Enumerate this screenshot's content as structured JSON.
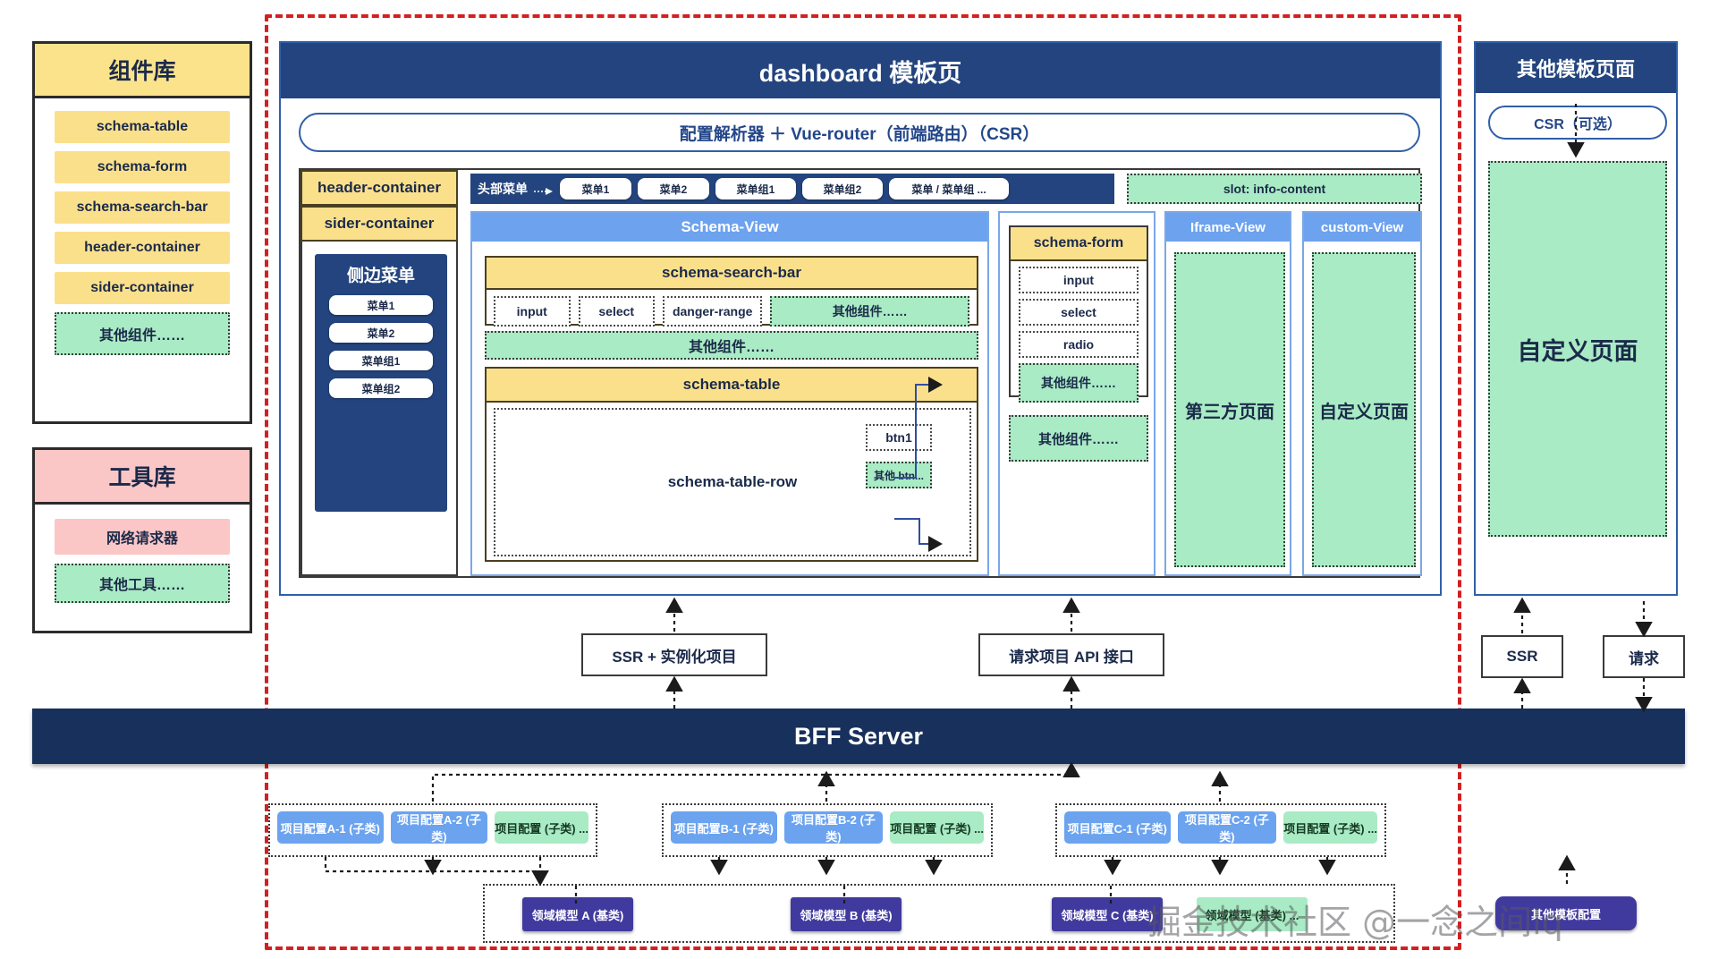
{
  "component_library": {
    "title": "组件库",
    "items": [
      {
        "label": "schema-table",
        "style": "yellow"
      },
      {
        "label": "schema-form",
        "style": "yellow"
      },
      {
        "label": "schema-search-bar",
        "style": "yellow"
      },
      {
        "label": "header-container",
        "style": "yellow"
      },
      {
        "label": "sider-container",
        "style": "yellow"
      },
      {
        "label": "其他组件……",
        "style": "green"
      }
    ]
  },
  "tool_library": {
    "title": "工具库",
    "items": [
      {
        "label": "网络请求器",
        "style": "pink"
      },
      {
        "label": "其他工具……",
        "style": "green"
      }
    ]
  },
  "dashboard": {
    "title": "dashboard 模板页",
    "parser_pill": "配置解析器 ＋ Vue-router（前端路由）（CSR）",
    "left_labels": {
      "header_container": "header-container",
      "sider_container": "sider-container"
    },
    "header_menu": {
      "label": "头部菜单",
      "items": [
        "菜单1",
        "菜单2",
        "菜单组1",
        "菜单组2",
        "菜单 / 菜单组 ..."
      ]
    },
    "info_slot": "slot: info-content",
    "side_menu": {
      "title": "侧边菜单",
      "items": [
        "菜单1",
        "菜单2",
        "菜单组1",
        "菜单组2"
      ]
    },
    "schema_view": {
      "title": "Schema-View",
      "search_bar": {
        "title": "schema-search-bar",
        "fields": [
          {
            "label": "input",
            "style": "white"
          },
          {
            "label": "select",
            "style": "white"
          },
          {
            "label": "danger-range",
            "style": "white"
          },
          {
            "label": "其他组件……",
            "style": "green"
          }
        ]
      },
      "other_components": "其他组件……",
      "table": {
        "title": "schema-table",
        "row_label": "schema-table-row",
        "buttons": [
          {
            "label": "btn1",
            "style": "white"
          },
          {
            "label": "其他 btn...",
            "style": "green"
          }
        ]
      },
      "form": {
        "title": "schema-form",
        "fields": [
          {
            "label": "input",
            "style": "white"
          },
          {
            "label": "select",
            "style": "white"
          },
          {
            "label": "radio",
            "style": "white"
          },
          {
            "label": "其他组件……",
            "style": "green"
          }
        ]
      },
      "form_other_components": "其他组件……"
    },
    "iframe_view": {
      "title": "Iframe-View",
      "body": "第三方页面"
    },
    "custom_view": {
      "title": "custom-View",
      "body": "自定义页面"
    }
  },
  "other_template_page": {
    "title": "其他模板页面",
    "csr_pill": "CSR（可选）",
    "body": "自定义页面",
    "ssr_box": "SSR",
    "request_box": "请求"
  },
  "bridges": {
    "ssr_instance": "SSR + 实例化项目",
    "api_request": "请求项目 API 接口"
  },
  "bff_server": {
    "title": "BFF  Server"
  },
  "project_configs": [
    {
      "group": "A",
      "items": [
        {
          "label": "项目配置A-1 (子类)",
          "style": "blue"
        },
        {
          "label": "项目配置A-2 (子类)",
          "style": "blue"
        },
        {
          "label": "项目配置 (子类) ...",
          "style": "green"
        }
      ]
    },
    {
      "group": "B",
      "items": [
        {
          "label": "项目配置B-1 (子类)",
          "style": "blue"
        },
        {
          "label": "项目配置B-2 (子类)",
          "style": "blue"
        },
        {
          "label": "项目配置 (子类) ...",
          "style": "green"
        }
      ]
    },
    {
      "group": "C",
      "items": [
        {
          "label": "项目配置C-1 (子类)",
          "style": "blue"
        },
        {
          "label": "项目配置C-2 (子类)",
          "style": "blue"
        },
        {
          "label": "项目配置 (子类) ...",
          "style": "green"
        }
      ]
    }
  ],
  "domain_models": [
    {
      "label": "领域模型 A (基类)",
      "style": "purple"
    },
    {
      "label": "领域模型 B (基类)",
      "style": "purple"
    },
    {
      "label": "领域模型 C (基类)",
      "style": "purple"
    },
    {
      "label": "领域模型 (基类) ...",
      "style": "green"
    }
  ],
  "other_template_config": "其他模板配置",
  "watermark": "掘金技术社区 @一念之间lq",
  "colors": {
    "navy": "#23447e",
    "bff_navy": "#17305c",
    "yellow": "#fbe08c",
    "pink": "#fbc6c6",
    "green": "#a9ebc4",
    "blue": "#6ba3ef",
    "view_blue": "#6da2ee",
    "purple": "#413a9e",
    "red_dash": "#d32020"
  }
}
